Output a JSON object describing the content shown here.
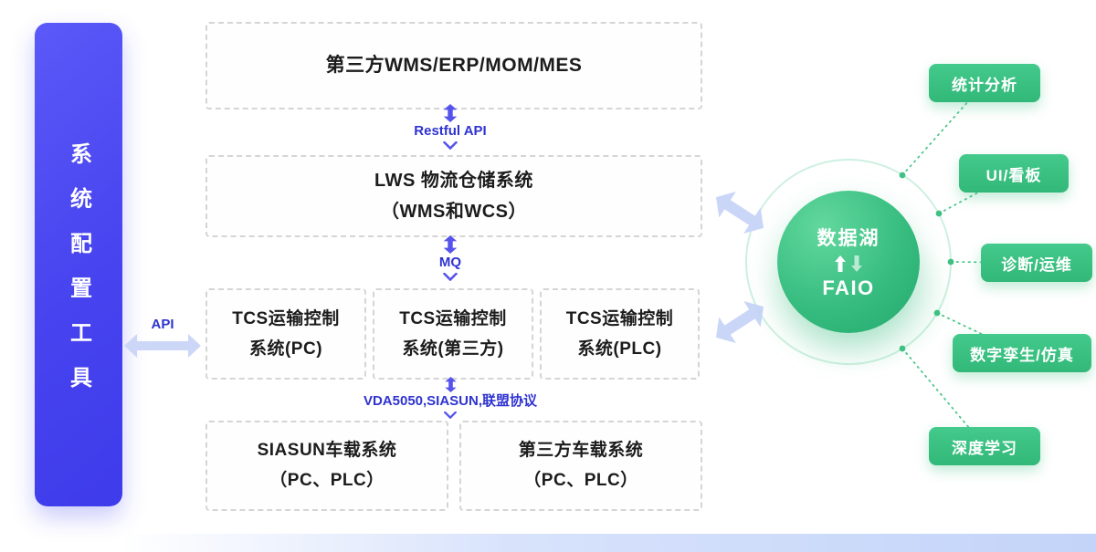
{
  "sidebar": {
    "label": "系统配置工具"
  },
  "top_box": {
    "title": "第三方WMS/ERP/MOM/MES"
  },
  "lws_box": {
    "line1": "LWS 物流仓储系统",
    "line2": "（WMS和WCS）"
  },
  "tcs_boxes": [
    {
      "line1": "TCS运输控制",
      "line2": "系统(PC)"
    },
    {
      "line1": "TCS运输控制",
      "line2": "系统(第三方)"
    },
    {
      "line1": "TCS运输控制",
      "line2": "系统(PLC)"
    }
  ],
  "vehicle_boxes": [
    {
      "line1": "SIASUN车载系统",
      "line2": "（PC、PLC）"
    },
    {
      "line1": "第三方车载系统",
      "line2": "（PC、PLC）"
    }
  ],
  "connectors": {
    "restful_api": "Restful API",
    "mq": "MQ",
    "vda": "VDA5050,SIASUN,联盟协议",
    "api": "API"
  },
  "data_lake": {
    "title": "数据湖",
    "name": "FAIO"
  },
  "pills": [
    {
      "label": "统计分析"
    },
    {
      "label": "UI/看板"
    },
    {
      "label": "诊断/运维"
    },
    {
      "label": "数字孪生/仿真"
    },
    {
      "label": "深度学习"
    }
  ],
  "colors": {
    "sidebar_purple": "#4743ef",
    "label_blue": "#2f33d0",
    "green": "#3dc283",
    "arrow_light_blue": "#c9d6f8"
  }
}
